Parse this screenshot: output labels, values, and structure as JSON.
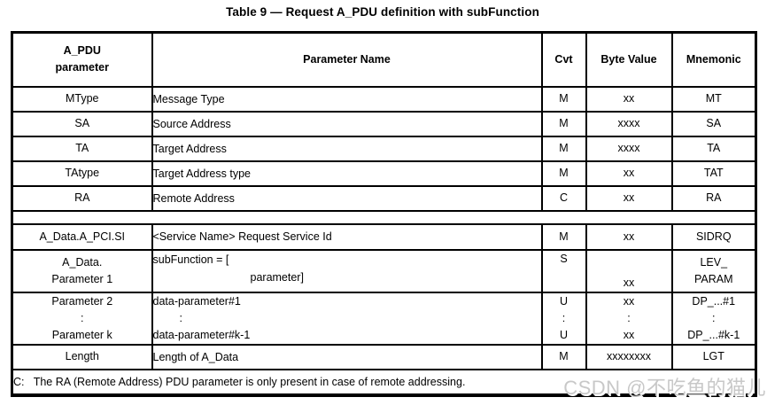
{
  "title": "Table 9 — Request A_PDU definition with subFunction",
  "header": {
    "param": "A_PDU\nparameter",
    "name": "Parameter Name",
    "cvt": "Cvt",
    "byte": "Byte Value",
    "mnemonic": "Mnemonic"
  },
  "rows_top": [
    {
      "param": "MType",
      "name": "Message Type",
      "cvt": "M",
      "byte": "xx",
      "mnemonic": "MT"
    },
    {
      "param": "SA",
      "name": "Source Address",
      "cvt": "M",
      "byte": "xxxx",
      "mnemonic": "SA"
    },
    {
      "param": "TA",
      "name": "Target Address",
      "cvt": "M",
      "byte": "xxxx",
      "mnemonic": "TA"
    },
    {
      "param": "TAtype",
      "name": "Target Address type",
      "cvt": "M",
      "byte": "xx",
      "mnemonic": "TAT"
    },
    {
      "param": "RA",
      "name": "Remote Address",
      "cvt": "C",
      "byte": "xx",
      "mnemonic": "RA"
    }
  ],
  "row_sid": {
    "param": "A_Data.A_PCI.SI",
    "name": "<Service Name> Request Service Id",
    "cvt": "M",
    "byte": "xx",
    "mnemonic": "SIDRQ"
  },
  "row_subfunction": {
    "param": "A_Data.\nParameter 1",
    "name_line1": "subFunction = [",
    "name_line2": "parameter]",
    "cvt": "S",
    "byte": "xx",
    "mnemonic": "LEV_\nPARAM"
  },
  "row_parameters": {
    "param": "Parameter 2\n:\nParameter k",
    "name_first": "data-parameter#1",
    "name_colon": ":",
    "name_last": "data-parameter#k-1",
    "cvt": "U\n:\nU",
    "byte": "xx\n:\nxx",
    "mnemonic": "DP_...#1\n:\nDP_...#k-1"
  },
  "row_length": {
    "param": "Length",
    "name": "Length of A_Data",
    "cvt": "M",
    "byte": "xxxxxxxx",
    "mnemonic": "LGT"
  },
  "footer_note": "C:   The RA (Remote Address) PDU parameter is only present in case of remote addressing.",
  "watermark": "CSDN @不吃鱼的猫儿",
  "colors": {
    "border": "#000000",
    "text": "#000000",
    "watermark_gray": "#c8c8c8"
  }
}
